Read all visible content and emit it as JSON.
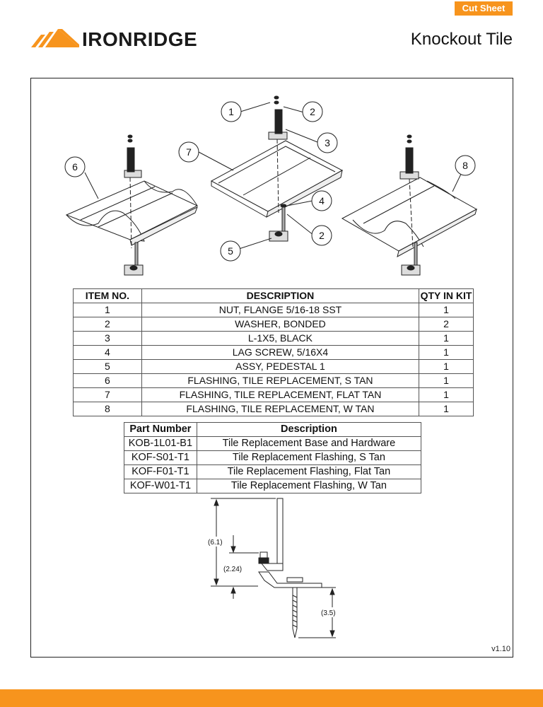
{
  "header": {
    "badge": "Cut Sheet",
    "brand": "IRONRIDGE",
    "title": "Knockout Tile"
  },
  "callouts": [
    "1",
    "2",
    "3",
    "7",
    "6",
    "8",
    "4",
    "2",
    "5"
  ],
  "parts_table": {
    "headers": [
      "ITEM NO.",
      "DESCRIPTION",
      "QTY IN KIT"
    ],
    "rows": [
      [
        "1",
        "NUT, FLANGE 5/16-18 SST",
        "1"
      ],
      [
        "2",
        "WASHER, BONDED",
        "2"
      ],
      [
        "3",
        "L-1X5, BLACK",
        "1"
      ],
      [
        "4",
        "LAG SCREW, 5/16X4",
        "1"
      ],
      [
        "5",
        "ASSY, PEDESTAL 1",
        "1"
      ],
      [
        "6",
        "FLASHING, TILE REPLACEMENT, S TAN",
        "1"
      ],
      [
        "7",
        "FLASHING, TILE REPLACEMENT, FLAT TAN",
        "1"
      ],
      [
        "8",
        "FLASHING, TILE REPLACEMENT, W TAN",
        "1"
      ]
    ]
  },
  "part_numbers": {
    "headers": [
      "Part Number",
      "Description"
    ],
    "rows": [
      [
        "KOB-1L01-B1",
        "Tile Replacement Base and Hardware"
      ],
      [
        "KOF-S01-T1",
        "Tile Replacement Flashing, S Tan"
      ],
      [
        "KOF-F01-T1",
        "Tile Replacement Flashing, Flat Tan"
      ],
      [
        "KOF-W01-T1",
        "Tile Replacement Flashing, W Tan"
      ]
    ]
  },
  "dimensions": {
    "height": "(6.1)",
    "base": "(2.24)",
    "screw": "(3.5)"
  },
  "version": "v1.10",
  "colors": {
    "accent": "#f7941d",
    "ink": "#111111"
  }
}
